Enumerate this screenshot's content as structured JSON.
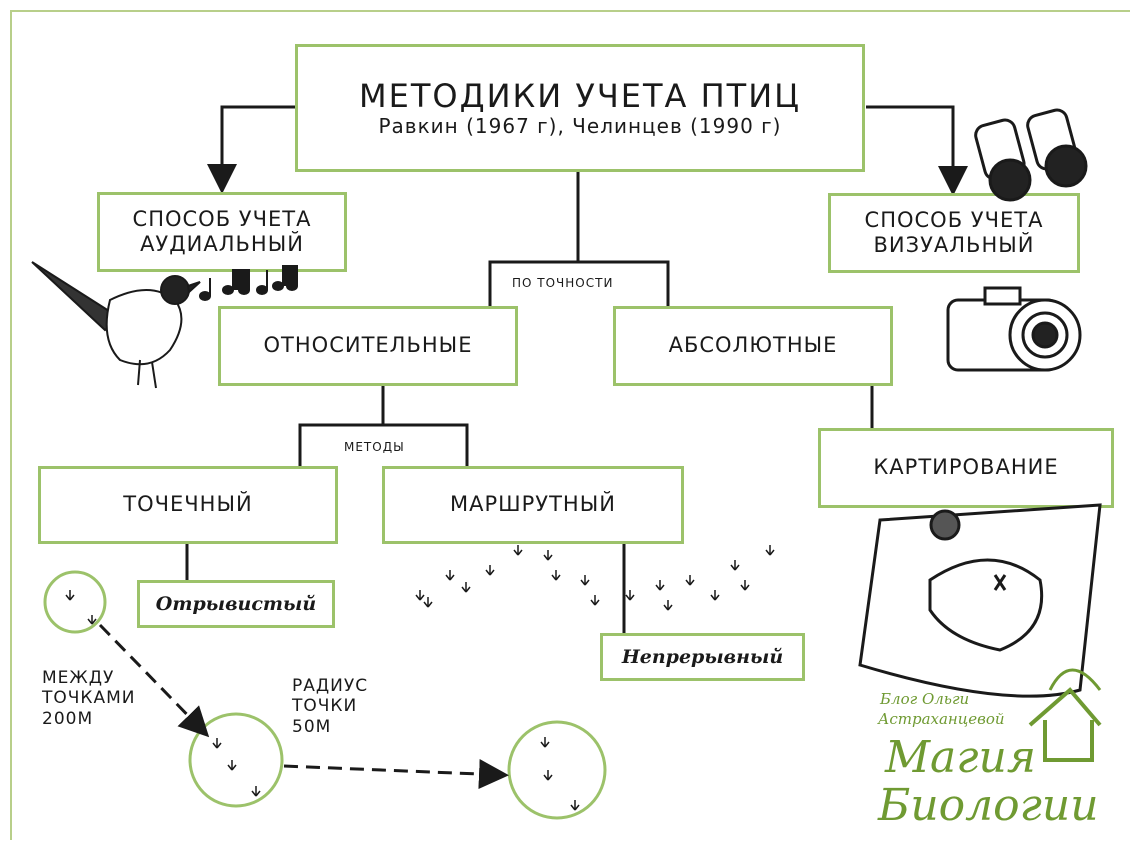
{
  "title": "МЕТОДИКИ УЧЕТА ПТИЦ",
  "subtitle": "Равкин (1967 г), Челинцев (1990 г)",
  "audial": "СПОСОБ УЧЕТА АУДИАЛЬНЫЙ",
  "visual": "СПОСОБ УЧЕТА ВИЗУАЛЬНЫЙ",
  "by_accuracy": "ПО ТОЧНОСТИ",
  "relative": "ОТНОСИТЕЛЬНЫЕ",
  "absolute": "АБСОЛЮТНЫЕ",
  "methods": "МЕТОДЫ",
  "point": "ТОЧЕЧНЫЙ",
  "route": "МАРШРУТНЫЙ",
  "mapping": "КАРТИРОВАНИЕ",
  "intermittent": "Отрывистый",
  "continuous": "Непрерывный",
  "between_points": "МЕЖДУ ТОЧКАМИ 200М",
  "radius_point": "РАДИУС ТОЧКИ 50М",
  "logo": {
    "line1": "Блог Ольги",
    "line2": "Астраханцевой",
    "line3": "Магия",
    "line4": "Биологии"
  },
  "colors": {
    "accent": "#9cc26a",
    "logo": "#6f9a32"
  }
}
